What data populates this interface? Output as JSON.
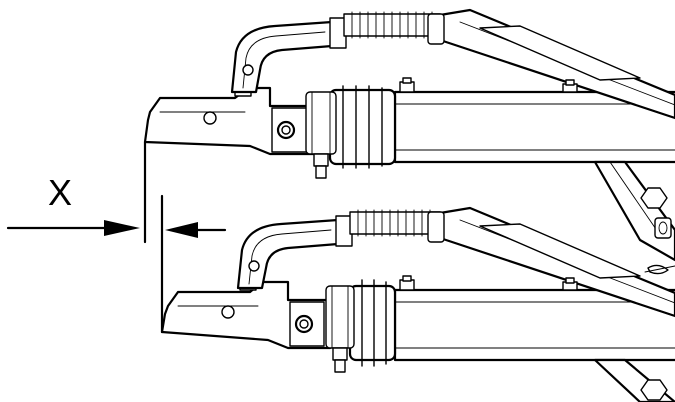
{
  "diagram": {
    "dimension_label": "X",
    "assemblies": [
      "upper-coupling-assembly",
      "lower-coupling-assembly"
    ],
    "colors": {
      "line": "#000000",
      "background": "#ffffff"
    }
  }
}
